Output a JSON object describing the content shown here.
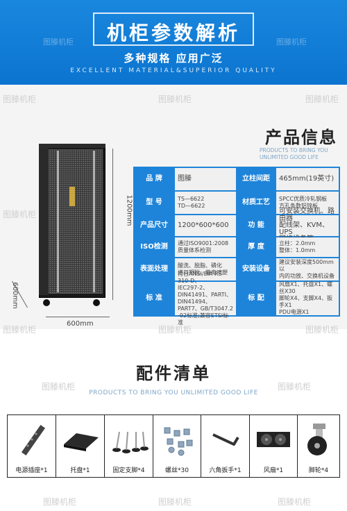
{
  "banner": {
    "title": "机柜参数解析",
    "subtitle": "多种规格 应用广泛",
    "english": "EXCELLENT MATERIAL&SUPERIOR QUALITY",
    "watermark": "图滕机柜"
  },
  "product_info": {
    "title": "产品信息",
    "english": "PRODUCTS TO BRING YOU UNLIMITED GOOD LIFE",
    "dimensions": {
      "height": "1200mm",
      "width": "600mm",
      "depth": "600mm"
    },
    "specs": [
      {
        "left_label": "品  牌",
        "left_value": "图滕",
        "right_label": "立柱间距",
        "right_value": "465mm(19英寸)"
      },
      {
        "left_label": "型  号",
        "left_value": "TS—6622\nTD—6622",
        "right_label": "材质工艺",
        "right_value": "SPCC优质冷轧钢板\n方孔条数铝锌板"
      },
      {
        "left_label": "产品尺寸",
        "left_value": "1200*600*600",
        "right_label": "功  能",
        "right_value": "可安装交换机、路由器\n配线架、KVM、UPS\n网络设备等"
      },
      {
        "left_label": "ISO检测",
        "left_value": "通过ISO9001:2008\n质量体系检测",
        "right_label": "厚  度",
        "right_value": "立柱：2.0mm\n整体：1.0mm"
      },
      {
        "left_label": "表面处理",
        "left_value": "酸洗、脱脂、磷化\n进口塑粉、静电喷塑",
        "right_label": "安装设备",
        "right_value": "建议安装深度500mm以\n内的功放、交换机设备"
      },
      {
        "left_label": "标  准",
        "left_value": "符合ANSI/EIA RS-310-D、\nIEC297-2、DIN41491、PARTI、\nDIN41494、PART7、GB/T3047.2\n-92标准;兼容ETSI标准",
        "right_label": "标  配",
        "right_value": "风扇X1、托盘X1、螺丝X30\n脚轮X4、支脚X4、扳手X1\nPDU电源X1"
      }
    ]
  },
  "accessories": {
    "title": "配件清单",
    "english": "PRODUCTS TO BRING YOU UNLIMITED GOOD LIFE",
    "items": [
      {
        "label": "电源插座*1",
        "icon": "power-strip-icon"
      },
      {
        "label": "托盘*1",
        "icon": "tray-icon"
      },
      {
        "label": "固定支脚*4",
        "icon": "leveling-feet-icon"
      },
      {
        "label": "螺丝*30",
        "icon": "screws-icon"
      },
      {
        "label": "六角扳手*1",
        "icon": "hex-wrench-icon"
      },
      {
        "label": "风扇*1",
        "icon": "fan-icon"
      },
      {
        "label": "脚轮*4",
        "icon": "caster-wheel-icon"
      }
    ]
  },
  "colors": {
    "brand_blue": "#1e84d9",
    "banner_blue": "#0b74cf",
    "section_bg": "#f4f4f4"
  }
}
